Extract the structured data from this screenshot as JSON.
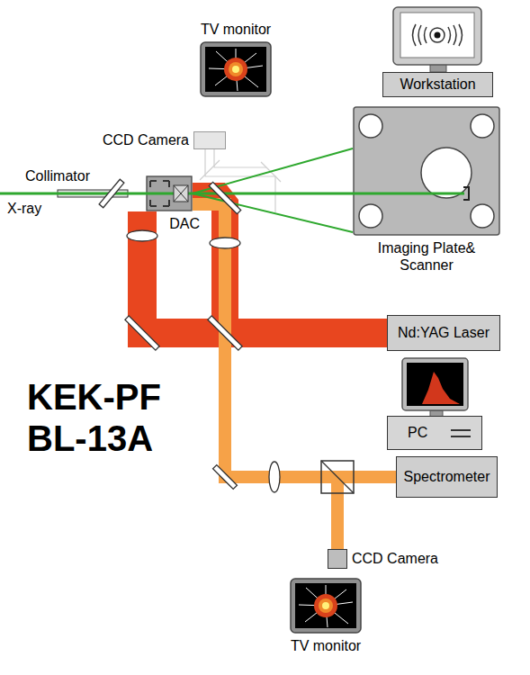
{
  "diagram": {
    "title": "KEK-PF BL-13A",
    "nodes": [
      {
        "text": [
          "TV monitor"
        ]
      },
      {
        "text": [
          "Workstation"
        ]
      },
      {
        "text": [
          "CCD Camera"
        ]
      },
      {
        "text": [
          "DAC"
        ]
      },
      {
        "text": [
          "Imaging Plate& Scanner"
        ]
      },
      {
        "text": [
          "Nd:YAG Laser"
        ]
      },
      {
        "text": [
          "PC"
        ]
      },
      {
        "text": [
          "Spectrometer"
        ]
      },
      {
        "text": [
          "CCD Camera"
        ]
      },
      {
        "text": [
          "TV monitor"
        ]
      }
    ],
    "edges": [
      {
        "from": 5,
        "to": 3,
        "arrow": "none"
      },
      {
        "from": 3,
        "to": 4,
        "arrow": "none"
      },
      {
        "from": 3,
        "to": 7,
        "arrow": "none"
      },
      {
        "from": 3,
        "to": 8,
        "arrow": "none"
      }
    ],
    "labels": [
      "Collimator",
      "X-ray"
    ]
  }
}
